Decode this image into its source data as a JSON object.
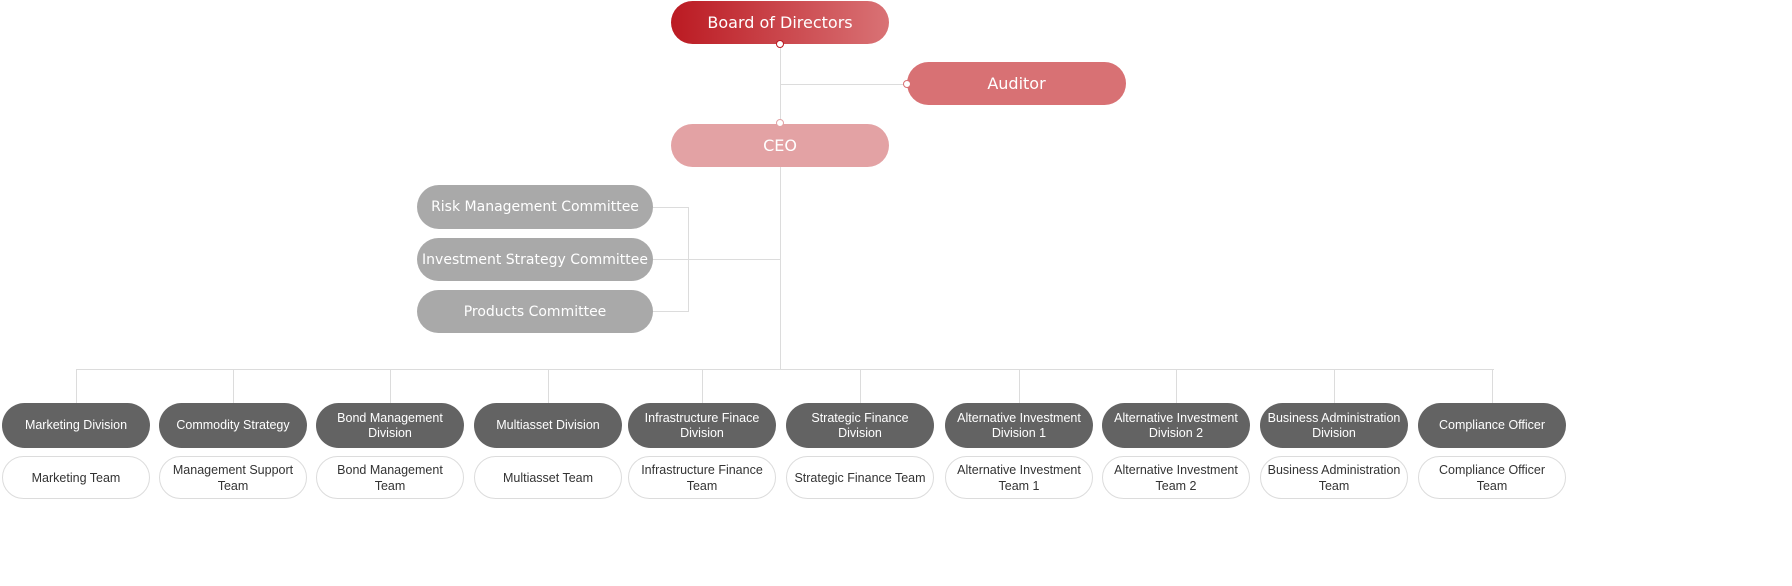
{
  "top": {
    "board": "Board of Directors",
    "auditor": "Auditor",
    "ceo": "CEO"
  },
  "committees": [
    "Risk Management Committee",
    "Investment Strategy Committee",
    "Products Committee"
  ],
  "divisions": [
    {
      "name": "Marketing Division",
      "team": "Marketing Team"
    },
    {
      "name": "Commodity Strategy",
      "team": "Management Support Team"
    },
    {
      "name": "Bond Management Division",
      "team": "Bond Management Team"
    },
    {
      "name": "Multiasset Division",
      "team": "Multiasset Team"
    },
    {
      "name": "Infrastructure Finace Division",
      "team": "Infrastructure Finance Team"
    },
    {
      "name": "Strategic Finance Division",
      "team": "Strategic Finance Team"
    },
    {
      "name": "Alternative Investment Division 1",
      "team": "Alternative Investment Team 1"
    },
    {
      "name": "Alternative Investment Division 2",
      "team": "Alternative Investment Team 2"
    },
    {
      "name": "Business Administration Division",
      "team": "Business Administration Team"
    },
    {
      "name": "Compliance Officer",
      "team": "Compliance Officer Team"
    }
  ],
  "colors": {
    "board_from": "#bb1a22",
    "board_to": "#d97275",
    "auditor": "#d87174",
    "ceo": "#e3a2a4",
    "committee": "#a9a9a9",
    "division": "#636363"
  }
}
